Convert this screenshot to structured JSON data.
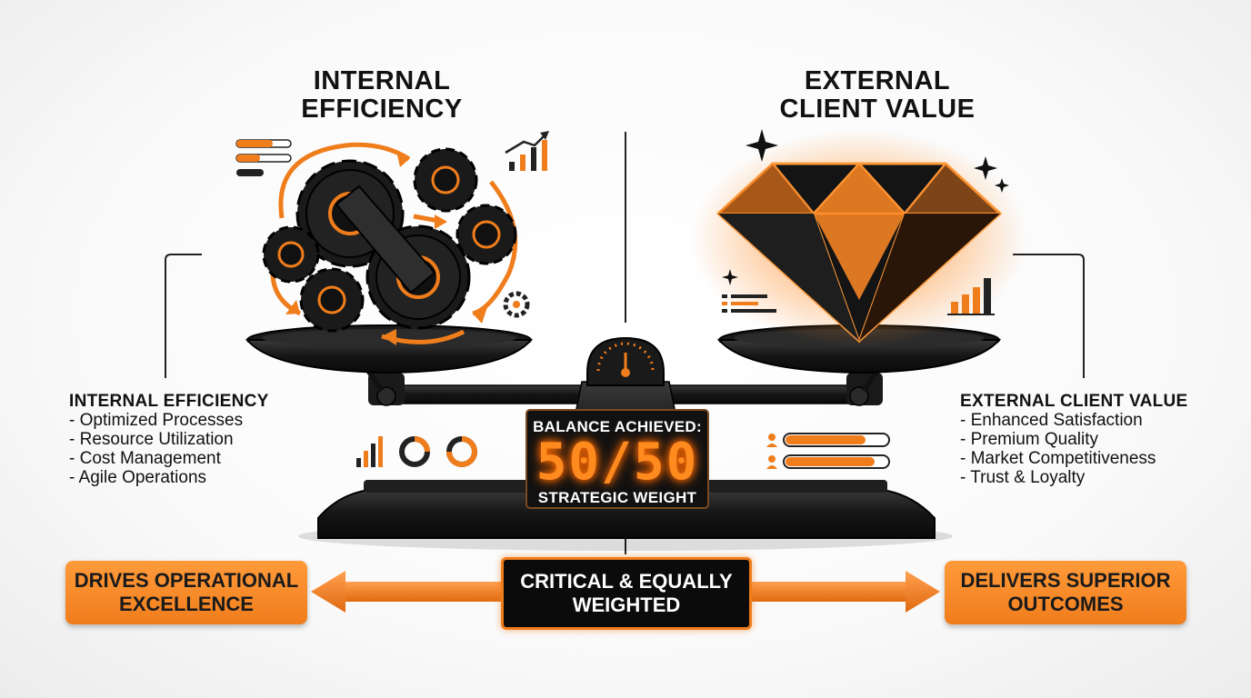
{
  "headings": {
    "left": [
      "INTERNAL",
      "EFFICIENCY"
    ],
    "right": [
      "EXTERNAL",
      "CLIENT VALUE"
    ]
  },
  "left_list": {
    "title": "INTERNAL EFFICIENCY",
    "items": [
      "- Optimized Processes",
      "- Resource Utilization",
      "- Cost Management",
      "- Agile Operations"
    ]
  },
  "right_list": {
    "title": "EXTERNAL CLIENT VALUE",
    "items": [
      "- Enhanced Satisfaction",
      "- Premium Quality",
      "- Market Competitiveness",
      "- Trust & Loyalty"
    ]
  },
  "display": {
    "top": "BALANCE ACHIEVED:",
    "value": "50/50",
    "bottom": "STRATEGIC WEIGHT"
  },
  "bottom": {
    "left": [
      "DRIVES OPERATIONAL",
      "EXCELLENCE"
    ],
    "center": [
      "CRITICAL & EQUALLY",
      "WEIGHTED"
    ],
    "right": [
      "DELIVERS SUPERIOR",
      "OUTCOMES"
    ]
  },
  "colors": {
    "accent": "#f07d1c",
    "dark": "#111111"
  },
  "icons": {
    "left_pan": "gears-icon",
    "right_pan": "diamond-icon",
    "gauge": "gauge-icon"
  }
}
